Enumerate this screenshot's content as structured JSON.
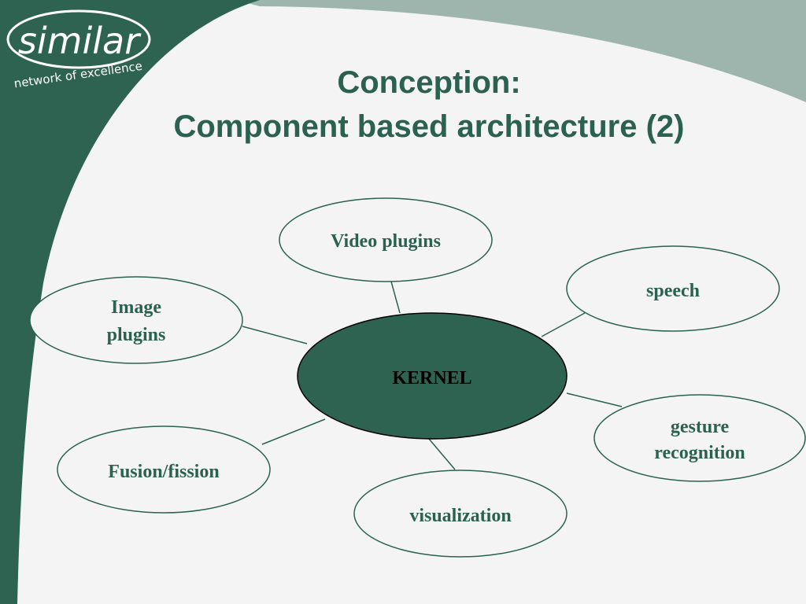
{
  "title": {
    "line1": "Conception:",
    "line2": "Component based architecture (2)"
  },
  "logo": {
    "name": "similar",
    "tagline": "network of excellence"
  },
  "colors": {
    "dark_green": "#2e6352",
    "light_green": "#9db5ac",
    "title_green": "#2b6150",
    "background": "#f4f4f4"
  },
  "diagram": {
    "center": {
      "label": "KERNEL"
    },
    "nodes": [
      {
        "id": "video",
        "lines": [
          "Video plugins"
        ]
      },
      {
        "id": "speech",
        "lines": [
          "speech"
        ]
      },
      {
        "id": "image",
        "lines": [
          "Image",
          "plugins"
        ]
      },
      {
        "id": "gesture",
        "lines": [
          "gesture",
          "recognition"
        ]
      },
      {
        "id": "fusion",
        "lines": [
          "Fusion/fission"
        ]
      },
      {
        "id": "visualization",
        "lines": [
          "visualization"
        ]
      }
    ]
  }
}
